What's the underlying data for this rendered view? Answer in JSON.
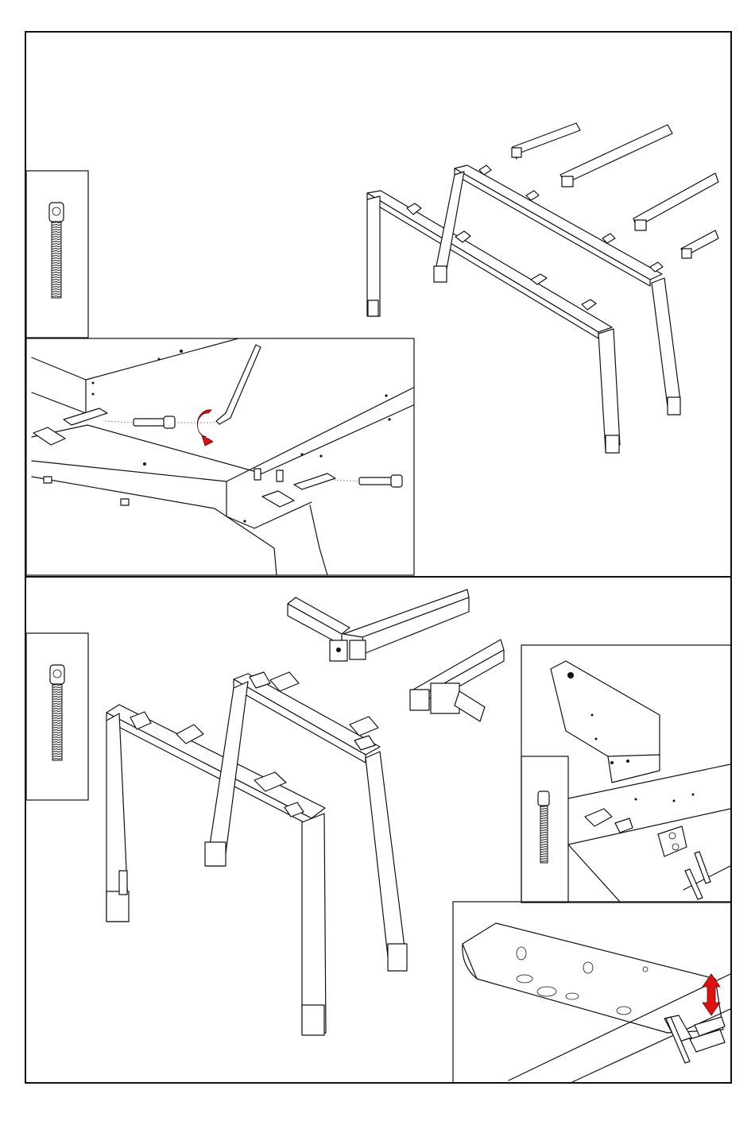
{
  "document": {
    "type": "assembly-instructions",
    "steps": [
      {
        "id": "step-a",
        "parts": [
          "socket-cap-screw",
          "beam",
          "leg-frame"
        ],
        "tool": "hex-key",
        "action": "tighten-clockwise",
        "action_color": "#e01010"
      },
      {
        "id": "step-b",
        "parts": [
          "socket-cap-screw",
          "beam",
          "leg-frame",
          "bracket-plate"
        ],
        "tool": "hex-key",
        "action": "adjust-height",
        "action_color": "#e01010"
      }
    ]
  }
}
